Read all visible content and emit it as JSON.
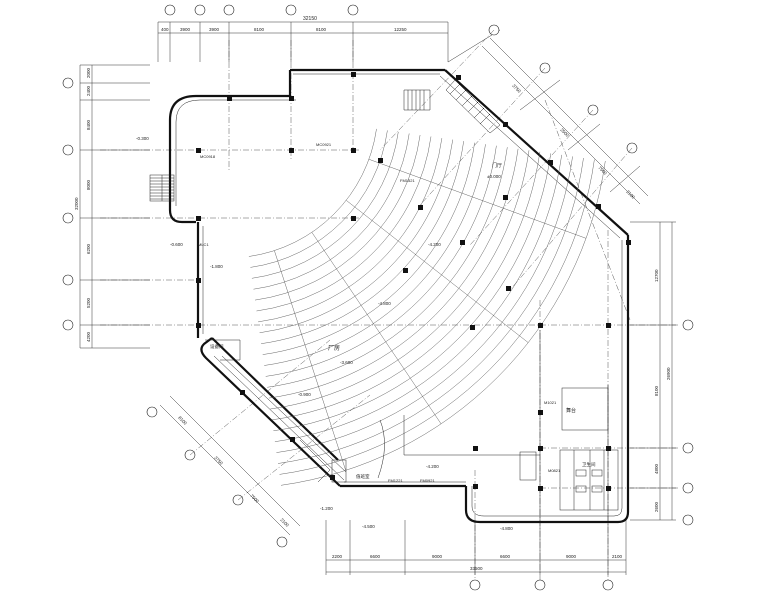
{
  "dimensions": {
    "top_total": "32150",
    "top_segments": [
      "400",
      "3900",
      "3900",
      "8100",
      "8100",
      "12250"
    ],
    "bottom_total": "33500",
    "bottom_segments": [
      "2200",
      "6600",
      "9000",
      "6600",
      "9000",
      "2100"
    ],
    "left_total": "32000",
    "left_segments": [
      "2000",
      "2400",
      "8400",
      "8000",
      "6200",
      "5200",
      "4200"
    ],
    "right_total": "26900",
    "right_segments": [
      "12700",
      "8100",
      "4800",
      "2600"
    ],
    "diag_segments": [
      "3750",
      "2500",
      "7500",
      "2100"
    ],
    "lower_left_segments": [
      "8100",
      "3750",
      "7500",
      "2100"
    ]
  },
  "room_labels": {
    "hall": "厂房",
    "lobby": "门厅",
    "stage": "舞台",
    "toilet": "卫生间",
    "duty": "值班室",
    "equipment": "设备间",
    "bottom_note": "-4.800"
  },
  "elevations": [
    "-0.300",
    "-4.800",
    "-4.200",
    "-3.600",
    "-1.800",
    "-4.200",
    "-4.500",
    "±0.000",
    "-0.600",
    "-0.900",
    "-1.200"
  ],
  "door_tags": [
    "MC0918",
    "MC0921",
    "FM1221",
    "FM0921",
    "M1021",
    "M0821",
    "MLC1",
    "FM1521"
  ]
}
